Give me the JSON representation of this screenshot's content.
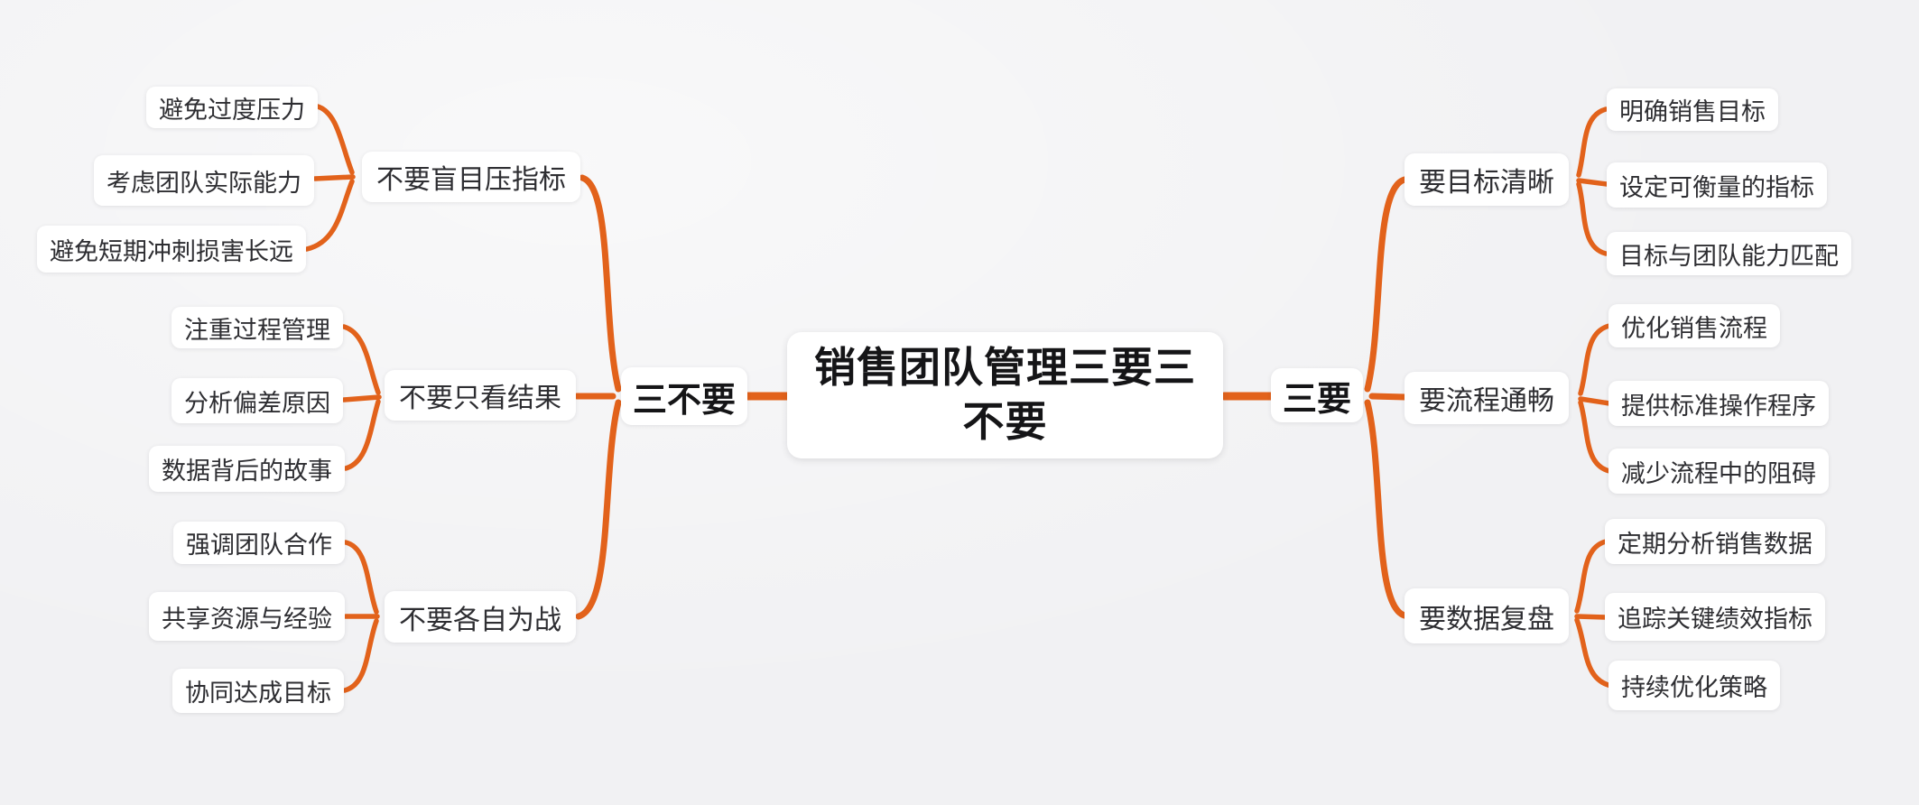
{
  "colors": {
    "accent": "#E2621B",
    "canvas_background": "#F1F1F3",
    "node_background": "#FFFFFF",
    "node_text": "#2E2E32",
    "heading_text": "#151517"
  },
  "mindmap": {
    "root": {
      "label": "销售团队管理三要三不要"
    },
    "left": {
      "label": "三不要",
      "branches": [
        {
          "label": "不要盲目压指标",
          "children": [
            "避免过度压力",
            "考虑团队实际能力",
            "避免短期冲刺损害长远"
          ]
        },
        {
          "label": "不要只看结果",
          "children": [
            "注重过程管理",
            "分析偏差原因",
            "数据背后的故事"
          ]
        },
        {
          "label": "不要各自为战",
          "children": [
            "强调团队合作",
            "共享资源与经验",
            "协同达成目标"
          ]
        }
      ]
    },
    "right": {
      "label": "三要",
      "branches": [
        {
          "label": "要目标清晰",
          "children": [
            "明确销售目标",
            "设定可衡量的指标",
            "目标与团队能力匹配"
          ]
        },
        {
          "label": "要流程通畅",
          "children": [
            "优化销售流程",
            "提供标准操作程序",
            "减少流程中的阻碍"
          ]
        },
        {
          "label": "要数据复盘",
          "children": [
            "定期分析销售数据",
            "追踪关键绩效指标",
            "持续优化策略"
          ]
        }
      ]
    }
  }
}
